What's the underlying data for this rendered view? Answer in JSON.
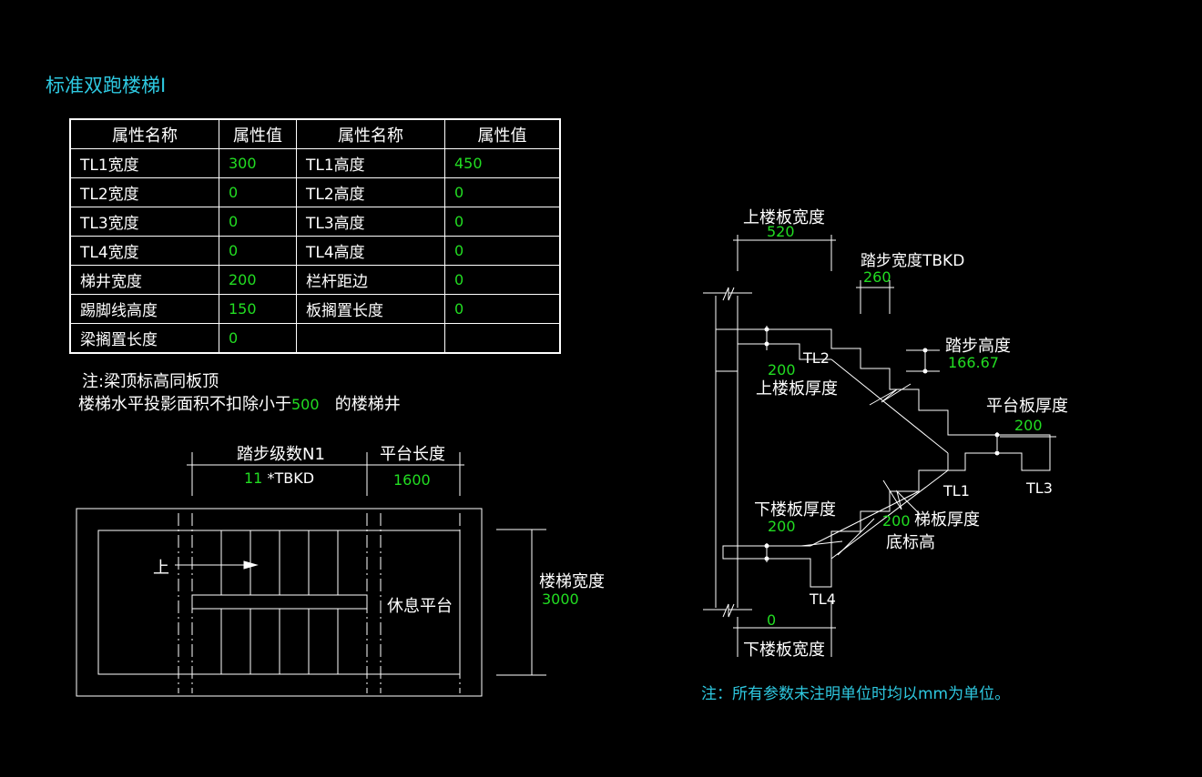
{
  "title": "标准双跑楼梯Ⅰ",
  "table": {
    "headers": [
      "属性名称",
      "属性值",
      "属性名称",
      "属性值"
    ],
    "rows": [
      [
        "TL1宽度",
        "300",
        "TL1高度",
        "450"
      ],
      [
        "TL2宽度",
        "0",
        "TL2高度",
        "0"
      ],
      [
        "TL3宽度",
        "0",
        "TL3高度",
        "0"
      ],
      [
        "TL4宽度",
        "0",
        "TL4高度",
        "0"
      ],
      [
        "梯井宽度",
        "200",
        "栏杆距边",
        "0"
      ],
      [
        "踢脚线高度",
        "150",
        "板搁置长度",
        "0"
      ],
      [
        "梁搁置长度",
        "0",
        "",
        ""
      ]
    ]
  },
  "notes": {
    "line1": "注:梁顶标高同板顶",
    "line2_prefix": "楼梯水平投影面积不扣除小于",
    "line2_value": "500",
    "line2_suffix": "的楼梯井"
  },
  "plan": {
    "steps_label": "踏步级数N1",
    "steps_value": "11",
    "steps_unit": "*TBKD",
    "platform_length_label": "平台长度",
    "platform_length_value": "1600",
    "up_label": "上",
    "rest_platform_label": "休息平台",
    "stair_width_label": "楼梯宽度",
    "stair_width_value": "3000"
  },
  "section": {
    "upper_slab_width_label": "上楼板宽度",
    "upper_slab_width_value": "520",
    "tread_width_label": "踏步宽度TBKD",
    "tread_width_value": "260",
    "tread_height_label": "踏步高度",
    "tread_height_value": "166.67",
    "tl2": "TL2",
    "upper_slab_thickness_value": "200",
    "upper_slab_thickness_label": "上楼板厚度",
    "platform_slab_thickness_label": "平台板厚度",
    "platform_slab_thickness_value": "200",
    "tl1": "TL1",
    "tl3": "TL3",
    "lower_slab_thickness_label": "下楼板厚度",
    "lower_slab_thickness_value": "200",
    "stair_slab_thickness_value": "200",
    "stair_slab_thickness_label": "梯板厚度",
    "bottom_elevation_label": "底标高",
    "tl4": "TL4",
    "lower_slab_width_value": "0",
    "lower_slab_width_label": "下楼板宽度"
  },
  "footnote": "注：所有参数未注明单位时均以mm为单位。"
}
